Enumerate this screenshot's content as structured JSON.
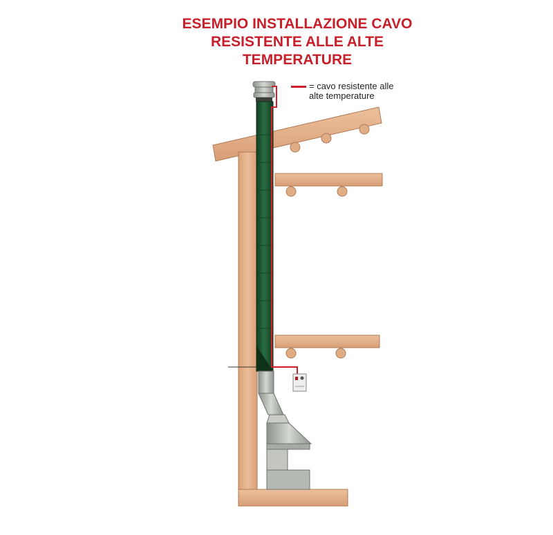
{
  "title": {
    "lines": [
      "ESEMPIO INSTALLAZIONE CAVO",
      "RESISTENTE ALLE ALTE",
      "TEMPERATURE"
    ]
  },
  "legend": {
    "line1": "= cavo resistente alle",
    "line2": "alte temperature",
    "swatch_color": "#d0202a"
  },
  "colors": {
    "title": "#c8202b",
    "wood": "#e3b08a",
    "wood_stroke": "#b07a55",
    "pipe": "#1f5a34",
    "pipe_dark": "#123d22",
    "cable": "#d0202a",
    "metal": "#b9bdb8",
    "metal_dark": "#8e938d"
  },
  "icons": [
    "thermostat-icon",
    "chimney-cap-icon",
    "fireplace-icon"
  ]
}
